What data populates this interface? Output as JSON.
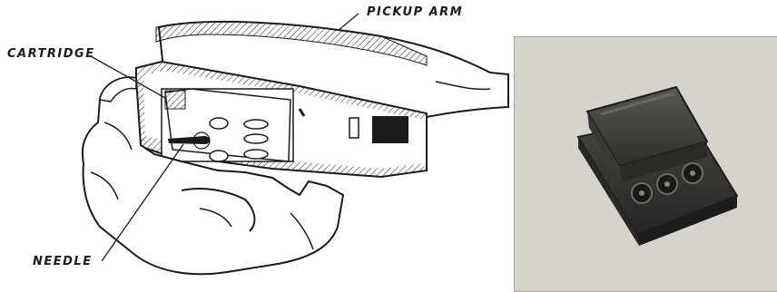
{
  "labels": {
    "pickup_arm": "PICKUP ARM",
    "cartridge": "CARTRIDGE",
    "needle": "NEEDLE"
  },
  "illustration_icon": "hand-holding-pickup-arm-drawing",
  "photo_icon": "phono-cartridge-photo",
  "colors": {
    "ink": "#1a1a1a",
    "photo_bg": "#d6d3cd",
    "cartridge_body": "#3a3936"
  }
}
